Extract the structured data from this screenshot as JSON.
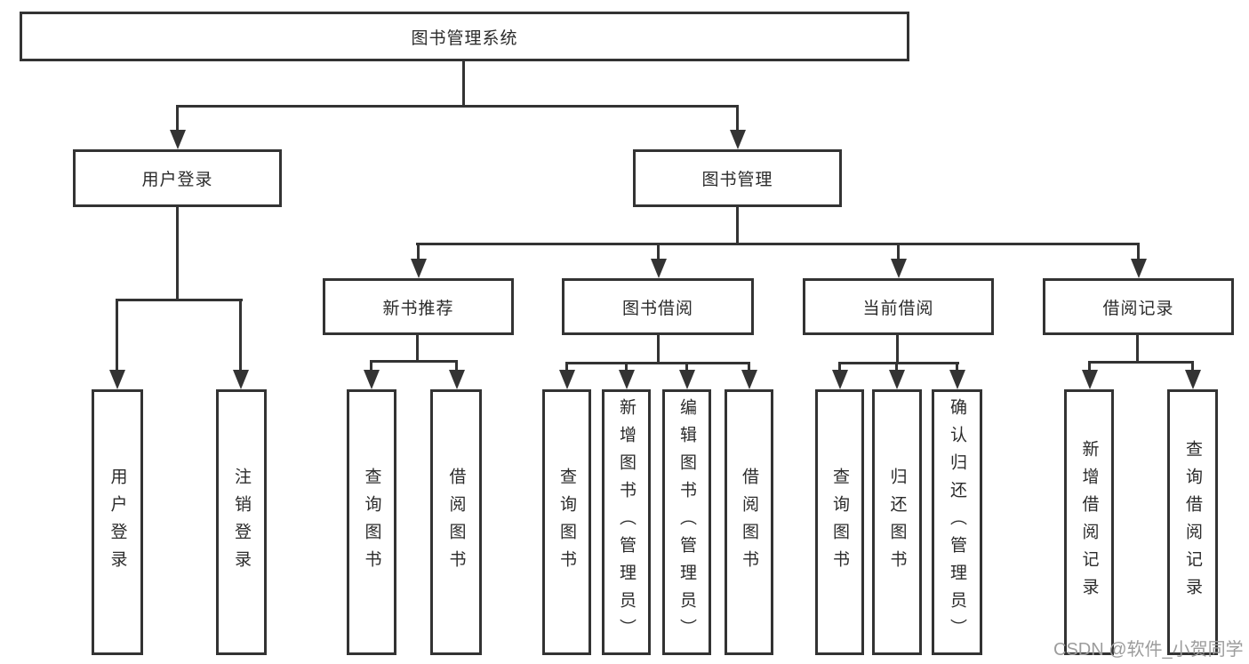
{
  "diagram": {
    "title": "图书管理系统",
    "level2": {
      "user_login": "用户登录",
      "book_management": "图书管理"
    },
    "level3": {
      "new_book_recommend": "新书推荐",
      "book_borrow": "图书借阅",
      "current_borrow": "当前借阅",
      "borrow_records": "借阅记录"
    },
    "leaves": {
      "user_login": "用户登录",
      "logout": "注销登录",
      "nbr_query_books": "查询图书",
      "nbr_borrow_books": "借阅图书",
      "bb_query_books": "查询图书",
      "bb_add_books": "新增图书（管理员）",
      "bb_edit_books": "编辑图书（管理员）",
      "bb_borrow_books": "借阅图书",
      "cb_query_books": "查询图书",
      "cb_return_books": "归还图书",
      "cb_confirm_return": "确认归还（管理员）",
      "br_add_record": "新增借阅记录",
      "br_query_record": "查询借阅记录"
    }
  },
  "watermark": "CSDN @软件_小贺同学",
  "colors": {
    "line": "#333333",
    "text": "#2b2b2b",
    "watermark": "#9c9c9c",
    "background": "#ffffff"
  }
}
